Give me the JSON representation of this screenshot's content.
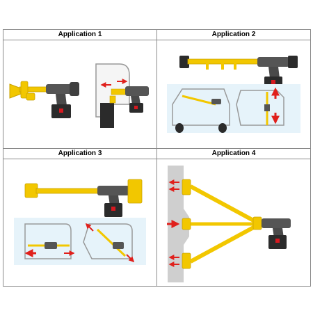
{
  "panels": [
    {
      "title": "Application 1"
    },
    {
      "title": "Application 2"
    },
    {
      "title": "Application 3"
    },
    {
      "title": "Application 4"
    }
  ],
  "colors": {
    "frame": "#8a8a8a",
    "tool_yellow": "#f2c700",
    "tool_yellow_dark": "#c9a200",
    "gun_gray": "#555555",
    "battery": "#2b2b2b",
    "battery_red": "#d71920",
    "arrow_red": "#e0201c",
    "vehicle_panel": "#e6f3fa",
    "wall_gray": "#cfcfcf"
  },
  "icons": [
    "spreader-tool-icon",
    "door-outline-icon",
    "car-outline-icon",
    "red-arrow-icon",
    "wall-icon"
  ]
}
